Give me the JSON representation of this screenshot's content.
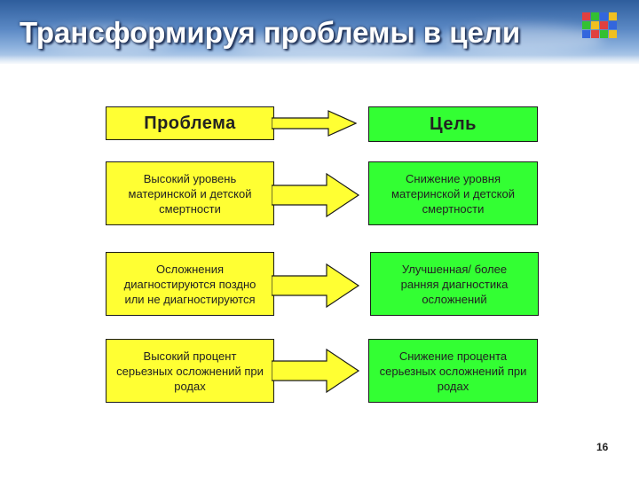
{
  "slide": {
    "title": "Трансформируя проблемы в цели",
    "page_number": "16"
  },
  "header_row": {
    "problem": "Проблема",
    "goal": "Цель"
  },
  "rows": [
    {
      "problem": "Высокий уровень материнской и детской смертности",
      "goal": "Снижение уровня материнской и детской смертности"
    },
    {
      "problem": "Осложнения диагностируются поздно или не диагностируются",
      "goal": "Улучшенная/ более ранняя диагностика осложнений"
    },
    {
      "problem": "Высокий процент серьезных осложнений при родах",
      "goal": "Снижение процента серьезных осложнений при родах"
    }
  ],
  "colors": {
    "problem_fill": "#ffff33",
    "goal_fill": "#33ff33",
    "outline": "#1a1a1a",
    "title_text": "#ffffff"
  },
  "icons": {
    "arrow": "right-arrow-icon",
    "logo": "color-grid-logo"
  }
}
